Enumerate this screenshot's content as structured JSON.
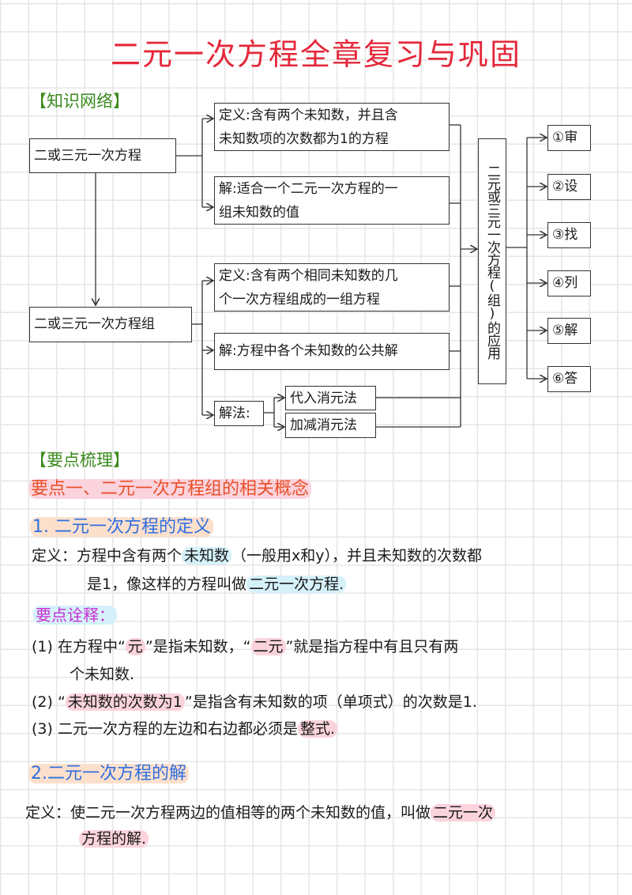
{
  "title": "二元一次方程全章复习与巩固",
  "network": {
    "heading": "【知识网络】",
    "equation": "二或三元一次方程",
    "system": "二或三元一次方程组",
    "eq_def": [
      "定义:含有两个未知数，并且含",
      "未知数项的次数都为1的方程"
    ],
    "eq_sol": [
      "解:适合一个二元一次方程的一",
      "组未知数的值"
    ],
    "sys_def": [
      "定义:含有两个相同未知数的几",
      "个一次方程组成的一组方程"
    ],
    "sys_sol": "解:方程中各个未知数的公共解",
    "methods_label": "解法:",
    "methods": [
      "代入消元法",
      "加减消元法"
    ],
    "application": "二元或三元一次方程(组)的应用",
    "steps": [
      "①审",
      "②设",
      "③找",
      "④列",
      "⑤解",
      "⑥答"
    ]
  },
  "points": {
    "heading": "【要点梳理】",
    "section1": "要点一、二元一次方程组的相关概念",
    "sub1": "1. 二元一次方程的定义",
    "def1_label": "定义：",
    "def1_a": "方程中含有两个",
    "def1_b": "未知数",
    "def1_c": "（一般用x和y），并且未知数的次数都",
    "def1_d": "是1，像这样的方程叫做",
    "def1_e": "二元一次方程.",
    "notes_heading": "要点诠释：",
    "n1_a": "(1) 在方程中“",
    "n1_b": "元",
    "n1_c": "”是指未知数，“",
    "n1_d": "二元",
    "n1_e": "”就是指方程中有且只有两",
    "n1_f": "个未知数.",
    "n2_a": "(2) “",
    "n2_b": "未知数的次数为1",
    "n2_c": "”是指含有未知数的项（单项式）的次数是1.",
    "n3_a": "(3) 二元一次方程的左边和右边都必须是",
    "n3_b": "整式.",
    "sub2": "2.二元一次方程的解",
    "def2_label": "定义：",
    "def2_a": "使二元一次方程两边的值相等的两个未知数的值，叫做",
    "def2_b": "二元一次",
    "def2_c": "方程的解."
  },
  "colors": {
    "title": "#e4283a",
    "green": "#3a8a1e",
    "section": "#e8502a",
    "sub": "#2f6fe0",
    "notes": "#c62fd0"
  }
}
